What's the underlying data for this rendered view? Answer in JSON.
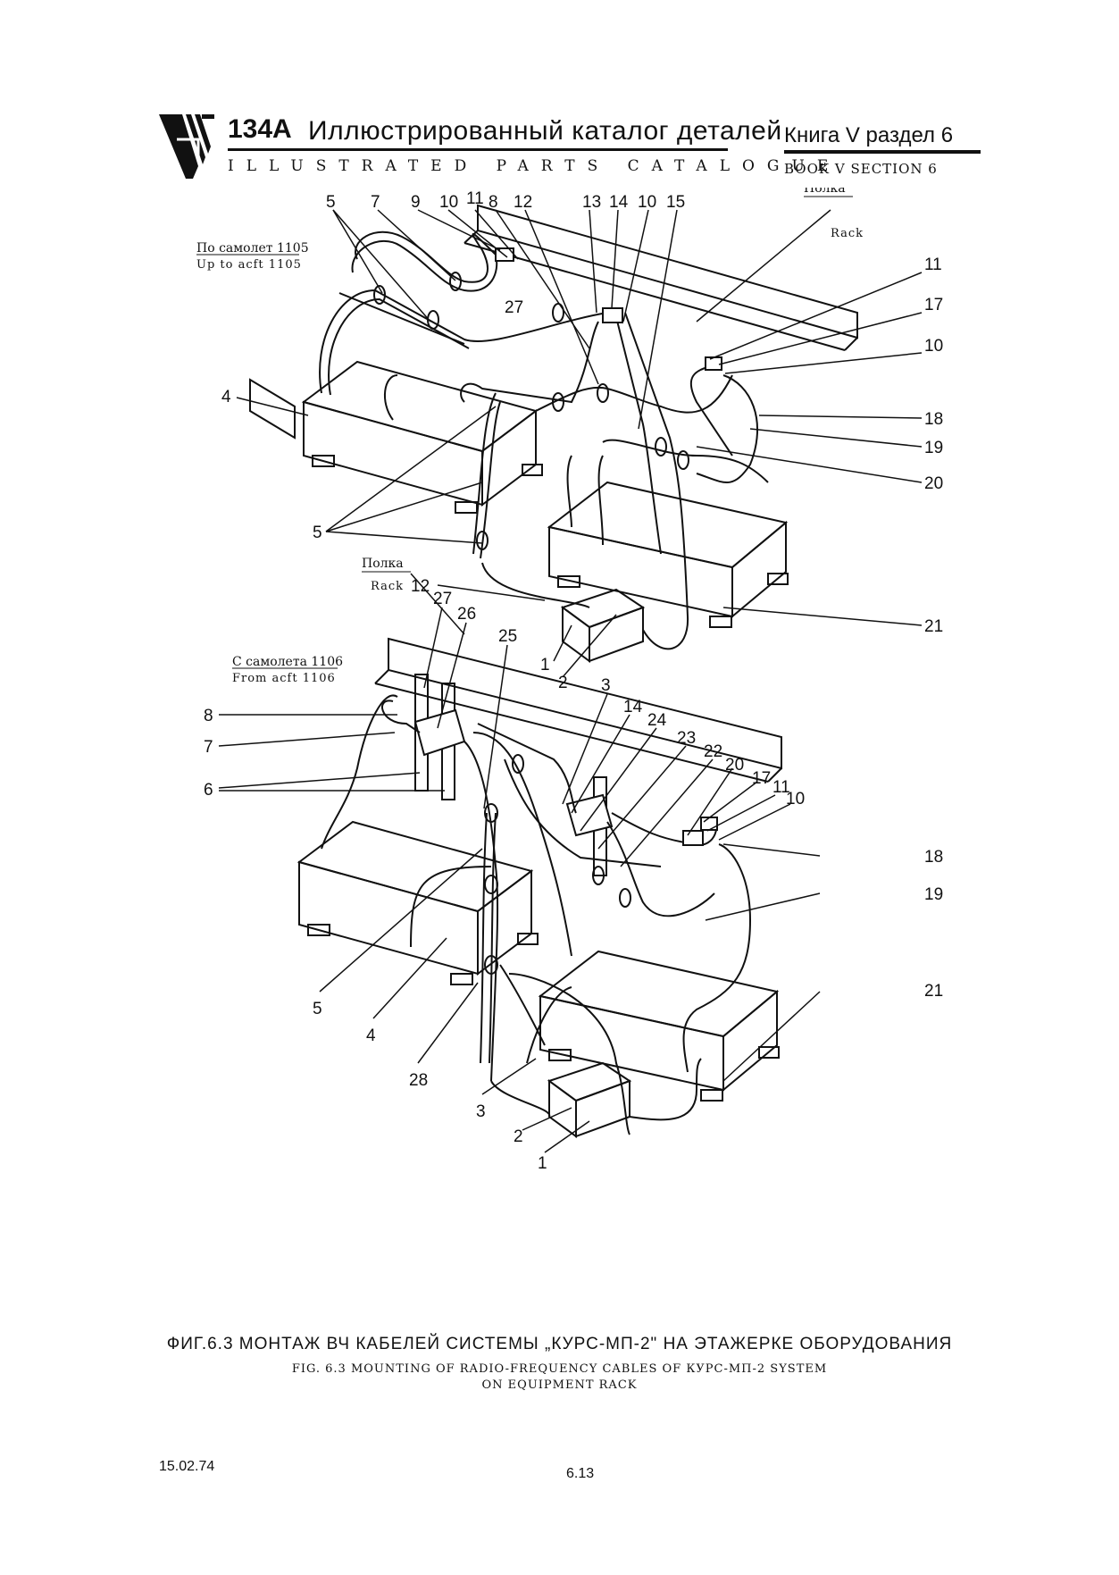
{
  "header": {
    "model": "134A",
    "title_ru": "Иллюстрированный каталог деталей",
    "title_en": "ILLUSTRATED PARTS CATALOGUE",
    "book_ru": "Книга V раздел 6",
    "book_en": "BOOK V SECTION 6"
  },
  "top_view": {
    "note_ru": "По самолет 1105",
    "note_en": "Up to acft 1105",
    "rack_ru": "Полка",
    "rack_en": "Rack",
    "callouts": {
      "c5a": "5",
      "c7": "7",
      "c9": "9",
      "c10a": "10",
      "c11a": "11",
      "c8": "8",
      "c12a": "12",
      "c13": "13",
      "c14": "14",
      "c10b": "10",
      "c15": "15",
      "c27": "27",
      "c11b": "11",
      "c17": "17",
      "c10c": "10",
      "c4": "4",
      "c18": "18",
      "c19": "19",
      "c20": "20",
      "c5b": "5",
      "c12b": "12",
      "c21": "21",
      "c1": "1",
      "c2": "2"
    }
  },
  "bottom_view": {
    "note_ru": "С самолета 1106",
    "note_en": "From acft 1106",
    "rack_ru": "Полка",
    "rack_en": "Rack",
    "callouts": {
      "c27": "27",
      "c26": "26",
      "c25": "25",
      "c8": "8",
      "c7": "7",
      "c6": "6",
      "c3a": "3",
      "c14": "14",
      "c24": "24",
      "c23": "23",
      "c22": "22",
      "c20": "20",
      "c17": "17",
      "c11": "11",
      "c10": "10",
      "c18": "18",
      "c19": "19",
      "c21": "21",
      "c5": "5",
      "c4": "4",
      "c28": "28",
      "c3b": "3",
      "c2": "2",
      "c1": "1"
    }
  },
  "caption": {
    "ru": "ФИГ.6.3 МОНТАЖ ВЧ КАБЕЛЕЙ СИСТЕМЫ „КУРС-МП-2\" НА ЭТАЖЕРКЕ ОБОРУДОВАНИЯ",
    "en_line1": "FIG. 6.3 MOUNTING OF RADIO-FREQUENCY CABLES OF КУРС-МП-2 SYSTEM",
    "en_line2": "ON EQUIPMENT RACK"
  },
  "footer": {
    "date": "15.02.74",
    "page": "6.13"
  }
}
